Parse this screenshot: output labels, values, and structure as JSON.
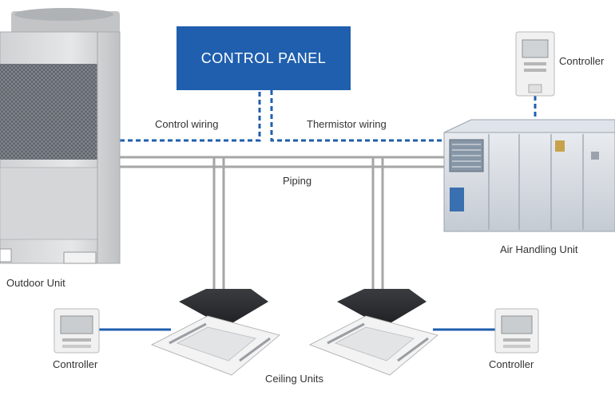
{
  "control_panel": {
    "label": "CONTROL PANEL"
  },
  "labels": {
    "control_wiring": "Control wiring",
    "thermistor_wiring": "Thermistor wiring",
    "piping": "Piping",
    "outdoor_unit": "Outdoor Unit",
    "air_handling_unit": "Air Handling Unit",
    "ceiling_units": "Ceiling Units",
    "controller_top": "Controller",
    "controller_left": "Controller",
    "controller_right": "Controller"
  },
  "colors": {
    "panel_blue": "#1f5fae",
    "wire_blue": "#1f5fae",
    "pipe_gray": "#a6a6a6",
    "unit_gray": "#d9dadc"
  }
}
